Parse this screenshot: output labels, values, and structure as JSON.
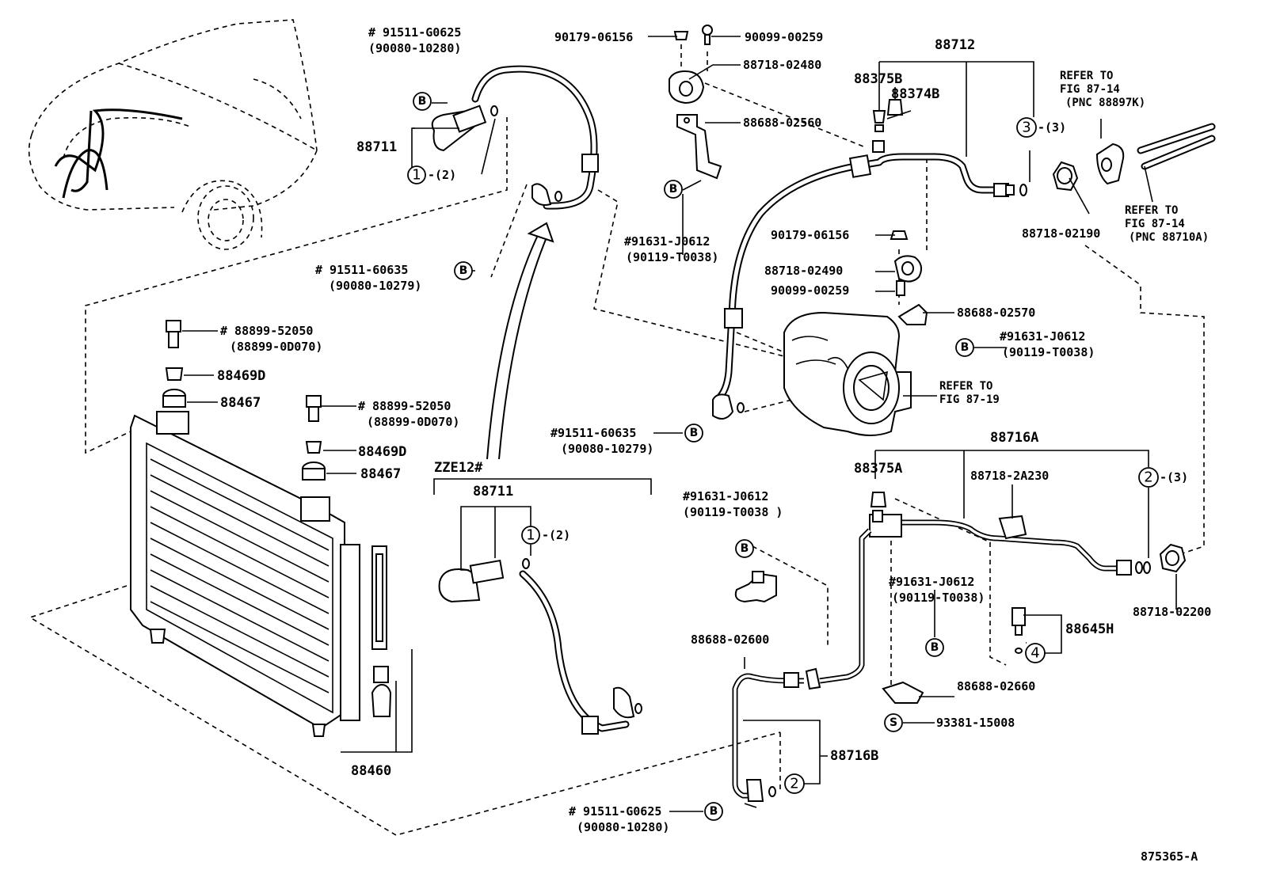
{
  "labels": {
    "top_left_hash": "# 91511-G0625",
    "top_left_paren": "(90080-10280)",
    "hose_88711": "88711",
    "qty_2a": "-(2)",
    "top_90179": "90179-06156",
    "top_90099": "90099-00259",
    "clamp_88718_02480": "88718-02480",
    "bracket_88688_02560": "88688-02560",
    "bolt_91631_a": "#91631-J0612",
    "bolt_90119_a": "(90119-T0038)",
    "pipe_88712": "88712",
    "cap_88375B": "88375B",
    "cap_88374B": "88374B",
    "qty_3a": "-(3)",
    "refer_top_1": "REFER TO",
    "refer_top_2": "FIG 87-14",
    "refer_top_3": "(PNC 88897K)",
    "refer_mid_1": "REFER TO",
    "refer_mid_2": "FIG 87-14",
    "refer_mid_3": "(PNC 88710A)",
    "nut_88718_02190": "88718-02190",
    "mid_90179": "90179-06156",
    "clamp_88718_02490": "88718-02490",
    "mid_90099": "90099-00259",
    "bracket_88688_02570": "88688-02570",
    "bolt_91631_b": "#91631-J0612",
    "bolt_90119_b": "(90119-T0038)",
    "refer_comp_1": "REFER TO",
    "refer_comp_2": "FIG 87-19",
    "hash_91511_60635_top": "# 91511-60635",
    "paren_90080_10279_top": "(90080-10279)",
    "hash_88899_a": "# 88899-52050",
    "paren_88899_a": "(88899-0D070)",
    "cushion_88469D_a": "88469D",
    "cushion_88467_a": "88467",
    "hash_88899_b": "# 88899-52050",
    "paren_88899_b": "(88899-0D070)",
    "cushion_88469D_b": "88469D",
    "cushion_88467_b": "88467",
    "hash_91511_60635_mid": "#91511-60635",
    "paren_90080_10279_mid": "(90080-10279)",
    "zze": "ZZE12#",
    "hose_88711_b": "88711",
    "qty_2b": "-(2)",
    "condenser_88460": "88460",
    "pipe_88716A": "88716A",
    "cap_88375A": "88375A",
    "clamp_88718_2A230": "88718-2A230",
    "qty_3b": "-(3)",
    "bolt_91631_c": "#91631-J0612",
    "bolt_90119_c": "(90119-T0038 )",
    "bracket_88688_02600": "88688-02600",
    "bolt_91631_d": "#91631-J0612",
    "bolt_90119_d": "(90119-T0038)",
    "switch_88645H": "88645H",
    "nut_88718_02200": "88718-02200",
    "bracket_88688_02660": "88688-02660",
    "screw_93381": "93381-15008",
    "pipe_88716B": "88716B",
    "hash_91511_G0625_bot": "# 91511-G0625",
    "paren_90080_10280_bot": "(90080-10280)",
    "figure_code": "875365-A"
  },
  "markers": {
    "b": "B",
    "s": "S",
    "n1": "1",
    "n2": "2",
    "n3": "3",
    "n4": "4"
  }
}
